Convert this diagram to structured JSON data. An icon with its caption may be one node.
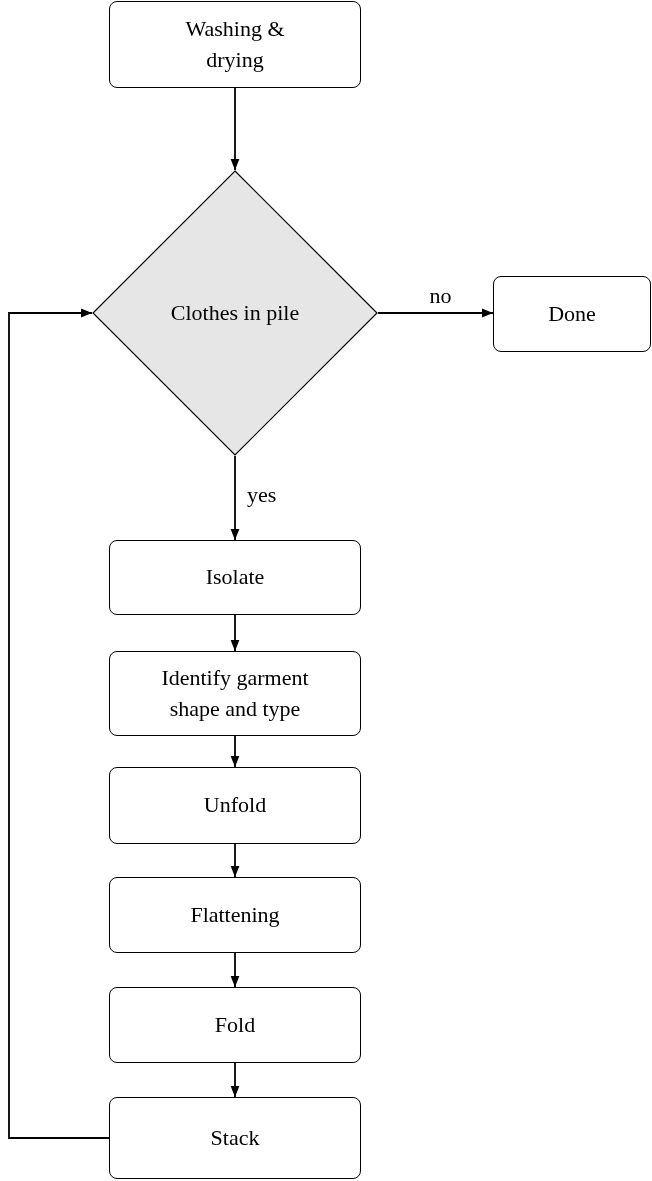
{
  "diagram": {
    "nodes": [
      {
        "text": [
          "Washing & drying"
        ]
      },
      {
        "text": [
          "Clothes in pile"
        ]
      },
      {
        "text": [
          "Done"
        ]
      },
      {
        "text": [
          "Isolate"
        ]
      },
      {
        "text": [
          "Identify garment shape and type"
        ]
      },
      {
        "text": [
          "Unfold"
        ]
      },
      {
        "text": [
          "Flattening"
        ]
      },
      {
        "text": [
          "Fold"
        ]
      },
      {
        "text": [
          "Stack"
        ]
      }
    ],
    "edges": [
      {
        "from": 0,
        "to": 1,
        "arrow": "to"
      },
      {
        "from": 1,
        "to": 2,
        "arrow": "to",
        "label": "no"
      },
      {
        "from": 1,
        "to": 3,
        "arrow": "to",
        "label": "yes"
      },
      {
        "from": 3,
        "to": 4,
        "arrow": "to"
      },
      {
        "from": 4,
        "to": 5,
        "arrow": "to"
      },
      {
        "from": 5,
        "to": 6,
        "arrow": "to"
      },
      {
        "from": 6,
        "to": 7,
        "arrow": "to"
      },
      {
        "from": 7,
        "to": 8,
        "arrow": "to"
      },
      {
        "from": 8,
        "to": 1,
        "arrow": "to"
      }
    ]
  }
}
